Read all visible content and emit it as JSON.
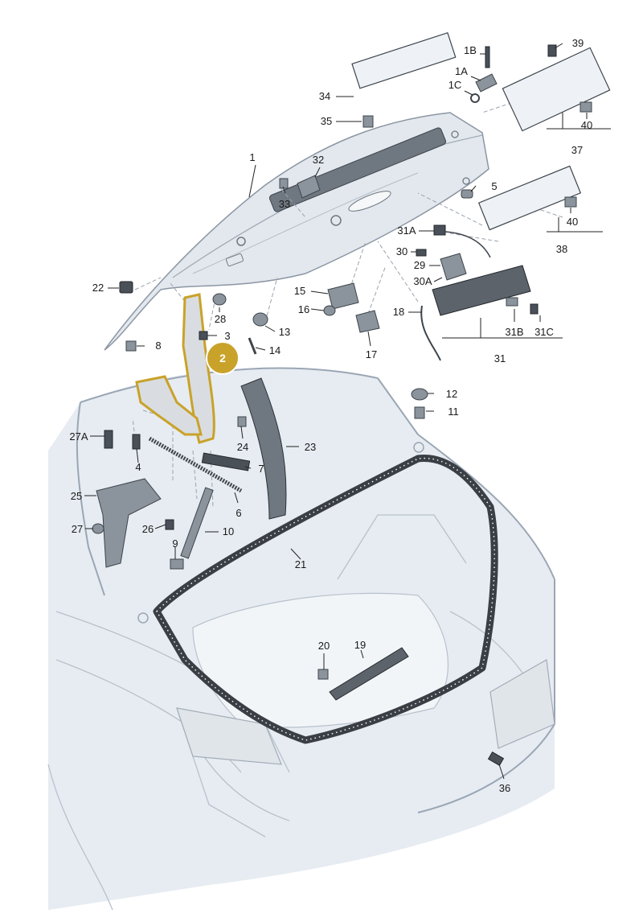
{
  "highlight": {
    "number": "2",
    "color": "#c9a22a"
  },
  "colors": {
    "body": "#e7ecf2",
    "body_line": "#9aa6b4",
    "part": "#8b939c",
    "seal": "#3a3f45"
  },
  "callouts": [
    {
      "id": "1",
      "text": "1"
    },
    {
      "id": "1A",
      "text": "1A"
    },
    {
      "id": "1B",
      "text": "1B"
    },
    {
      "id": "1C",
      "text": "1C"
    },
    {
      "id": "3",
      "text": "3"
    },
    {
      "id": "4",
      "text": "4"
    },
    {
      "id": "5",
      "text": "5"
    },
    {
      "id": "6",
      "text": "6"
    },
    {
      "id": "7",
      "text": "7"
    },
    {
      "id": "8",
      "text": "8"
    },
    {
      "id": "9",
      "text": "9"
    },
    {
      "id": "10",
      "text": "10"
    },
    {
      "id": "11",
      "text": "11"
    },
    {
      "id": "12",
      "text": "12"
    },
    {
      "id": "13",
      "text": "13"
    },
    {
      "id": "14",
      "text": "14"
    },
    {
      "id": "15",
      "text": "15"
    },
    {
      "id": "16",
      "text": "16"
    },
    {
      "id": "17",
      "text": "17"
    },
    {
      "id": "18",
      "text": "18"
    },
    {
      "id": "19",
      "text": "19"
    },
    {
      "id": "20",
      "text": "20"
    },
    {
      "id": "21",
      "text": "21"
    },
    {
      "id": "22",
      "text": "22"
    },
    {
      "id": "23",
      "text": "23"
    },
    {
      "id": "24",
      "text": "24"
    },
    {
      "id": "25",
      "text": "25"
    },
    {
      "id": "26",
      "text": "26"
    },
    {
      "id": "27",
      "text": "27"
    },
    {
      "id": "27A",
      "text": "27A"
    },
    {
      "id": "28",
      "text": "28"
    },
    {
      "id": "29",
      "text": "29"
    },
    {
      "id": "30",
      "text": "30"
    },
    {
      "id": "30A",
      "text": "30A"
    },
    {
      "id": "31",
      "text": "31"
    },
    {
      "id": "31A",
      "text": "31A"
    },
    {
      "id": "31B",
      "text": "31B"
    },
    {
      "id": "31C",
      "text": "31C"
    },
    {
      "id": "32",
      "text": "32"
    },
    {
      "id": "33",
      "text": "33"
    },
    {
      "id": "34",
      "text": "34"
    },
    {
      "id": "35",
      "text": "35"
    },
    {
      "id": "36",
      "text": "36"
    },
    {
      "id": "37",
      "text": "37"
    },
    {
      "id": "38",
      "text": "38"
    },
    {
      "id": "39",
      "text": "39"
    },
    {
      "id": "40a",
      "text": "40"
    },
    {
      "id": "40b",
      "text": "40"
    }
  ]
}
